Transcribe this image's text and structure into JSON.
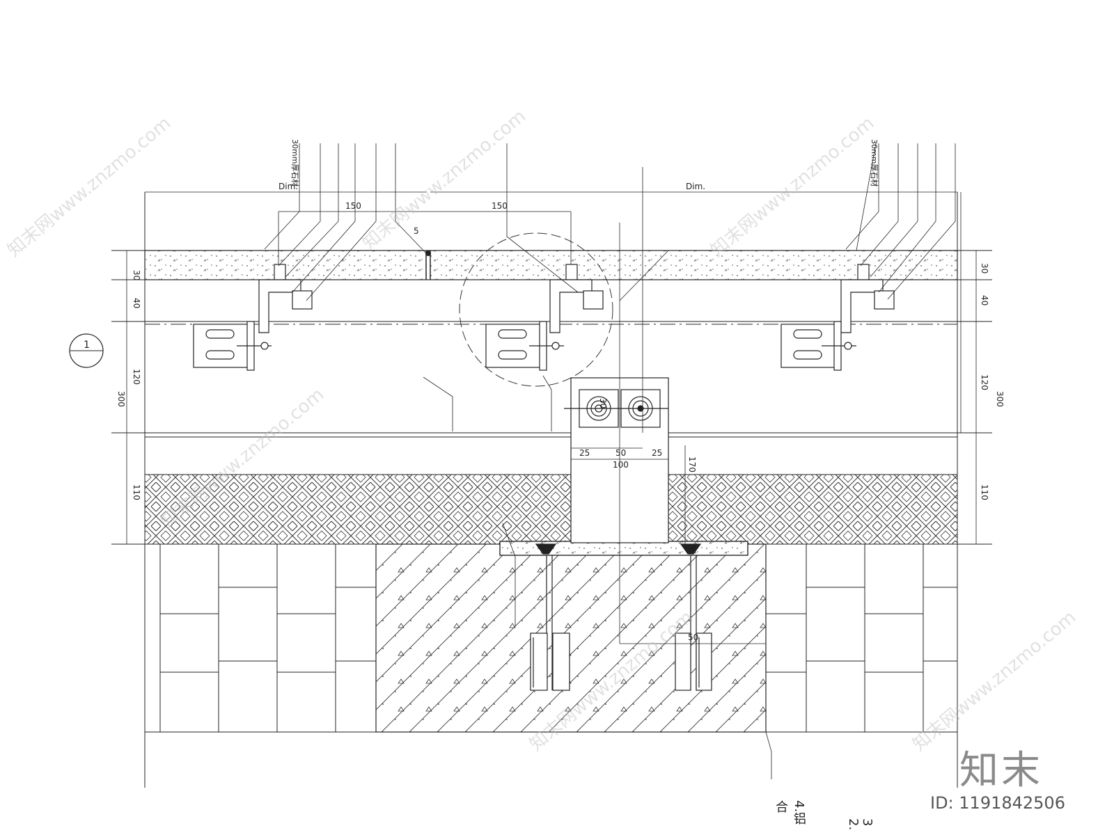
{
  "dimensions": {
    "left_width": "Dim.",
    "right_width": "Dim.",
    "left_offset": "150",
    "center_offset": "150",
    "joint_gap": "5",
    "layer_30": "30",
    "layer_40": "40",
    "layer_120": "120",
    "layer_300": "300",
    "layer_110": "110",
    "bolt_30": "30",
    "embed_25a": "25",
    "embed_50": "50",
    "embed_25b": "25",
    "embed_100": "100",
    "embed_170": "170",
    "anchor_50": "50"
  },
  "labels": {
    "board_left": "30mm厚石材",
    "board_right": "30mm厚石材"
  },
  "detail_marker": {
    "number": "1"
  },
  "notes": {
    "n4": "4.铝合",
    "n2": "2.",
    "n3": "3"
  },
  "branding": {
    "logo": "知末",
    "id": "ID: 1191842506"
  },
  "watermarks": [
    "知末网www.znzmo.com",
    "知末网www.znzmo.com",
    "知末网www.znzmo.com",
    "知末网www.znzmo.com",
    "知末网www.znzmo.com",
    "知末网www.znzmo.com"
  ]
}
